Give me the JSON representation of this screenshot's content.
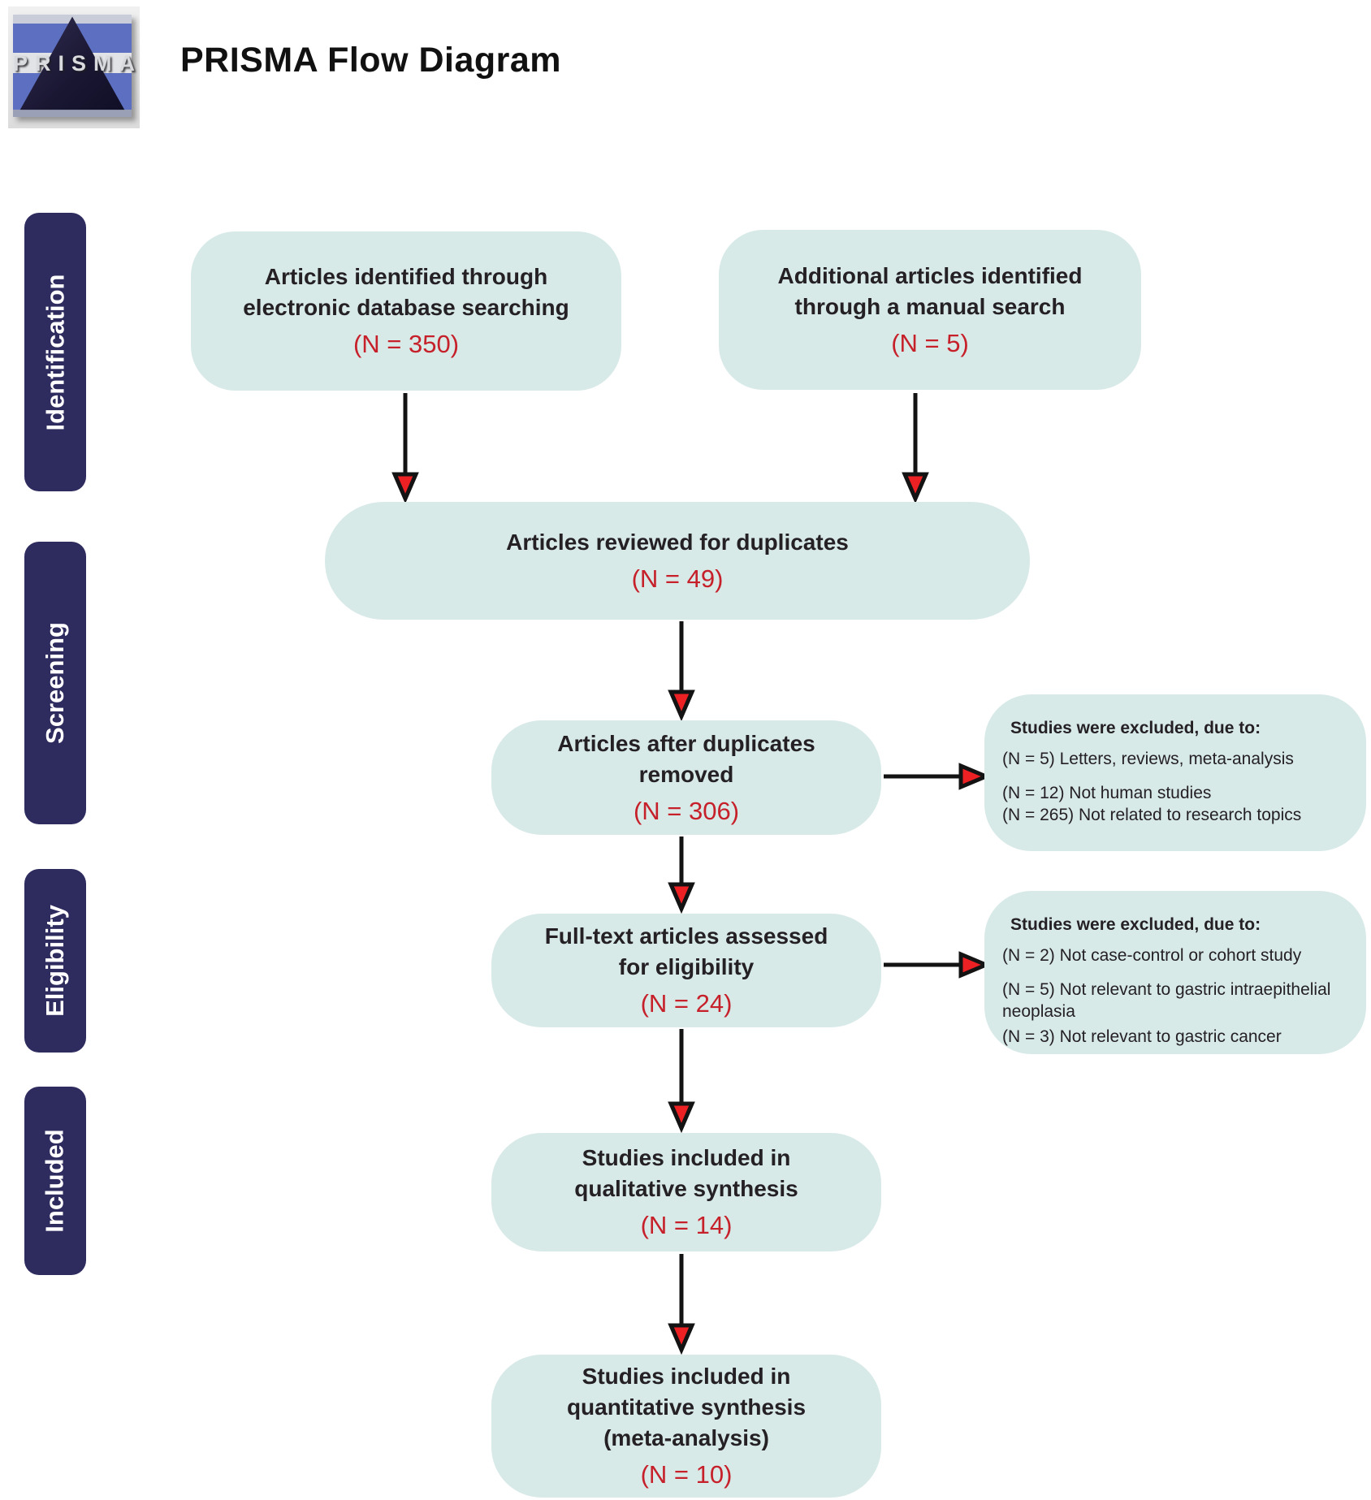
{
  "header": {
    "title": "PRISMA Flow Diagram",
    "logo_text": "PRISMA"
  },
  "colors": {
    "box_fill": "#d8eae8",
    "stage_fill": "#2e2b5e",
    "count_red": "#c6202a",
    "arrowhead_red": "#ed2024",
    "text_dark": "#242024",
    "logo_blue": "#5d6fc0"
  },
  "sidebar": {
    "stages": [
      {
        "label": "Identification"
      },
      {
        "label": "Screening"
      },
      {
        "label": "Eligibility"
      },
      {
        "label": "Included"
      }
    ]
  },
  "flow": {
    "boxes": [
      {
        "lines": [
          "Articles identified through",
          "electronic database searching"
        ],
        "count": "(N = 350)"
      },
      {
        "lines": [
          "Additional articles identified",
          "through a manual search"
        ],
        "count": "(N = 5)"
      },
      {
        "lines": [
          "Articles reviewed for duplicates"
        ],
        "count": "(N = 49)"
      },
      {
        "lines": [
          "Articles after duplicates",
          "removed"
        ],
        "count": "(N = 306)"
      },
      {
        "lines": [
          "Full-text articles assessed",
          "for eligibility"
        ],
        "count": "(N = 24)"
      },
      {
        "lines": [
          "Studies included in",
          "qualitative synthesis"
        ],
        "count": "(N = 14)"
      },
      {
        "lines": [
          "Studies included in",
          "quantitative synthesis",
          "(meta-analysis)"
        ],
        "count": "(N = 10)"
      }
    ]
  },
  "exclusions": [
    {
      "title": "Studies were excluded, due to:",
      "items": [
        "(N = 5) Letters, reviews, meta-analysis",
        "(N = 12) Not human studies",
        "(N = 265) Not related to research topics"
      ]
    },
    {
      "title": "Studies were excluded, due to:",
      "items": [
        "(N = 2) Not case-control or cohort study",
        "(N = 5) Not relevant to gastric intraepithelial neoplasia",
        "(N = 3) Not relevant to gastric cancer"
      ]
    }
  ]
}
